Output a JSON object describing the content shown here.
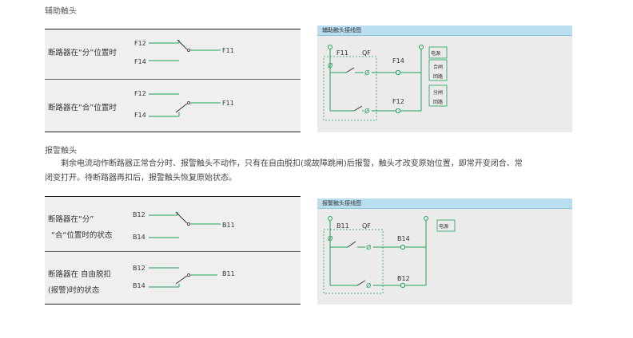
{
  "aux": {
    "heading": "辅助触头",
    "rows": [
      {
        "state": "断路器在“分”位置时",
        "t_top": "F12",
        "t_bot": "F14",
        "t_out": "F11"
      },
      {
        "state": "断路器在“合”位置时",
        "t_top": "F12",
        "t_bot": "F14",
        "t_out": "F11"
      }
    ],
    "diagram": {
      "title": "辅助触头接线图",
      "label_contact": "F11",
      "label_qf": "QF",
      "label_upper": "F14",
      "label_lower": "F12",
      "boxes": [
        "电源",
        "合闸",
        "回路",
        "分闸",
        "回路"
      ]
    }
  },
  "alarm": {
    "heading": "报警触头",
    "description_line1": "剩余电流动作断路器正常合分时、报警触头不动作，只有在自由脱扣(或故障跳闸)后报警，触头才改变原始位置，即常开变闭合、常",
    "description_line2": "闭变打开。待断路器再扣后，报警触头恢复原始状态。",
    "rows": [
      {
        "state_l1": "断路器在“分”",
        "state_l2": "“合“位置时的状态",
        "t_top": "B12",
        "t_bot": "B14",
        "t_out": "B11"
      },
      {
        "state_l1": "断路器在 自由脱扣",
        "state_l2": "(报警)时的状态",
        "t_top": "B12",
        "t_bot": "B14",
        "t_out": "B11"
      }
    ],
    "diagram": {
      "title": "报警触头接线图",
      "label_contact": "B11",
      "label_qf": "QF",
      "label_upper": "B14",
      "label_lower": "B12",
      "boxes": [
        "电源"
      ]
    }
  },
  "colors": {
    "wire": "#20a35a",
    "panel": "#efefef",
    "header": "#b8def0"
  }
}
